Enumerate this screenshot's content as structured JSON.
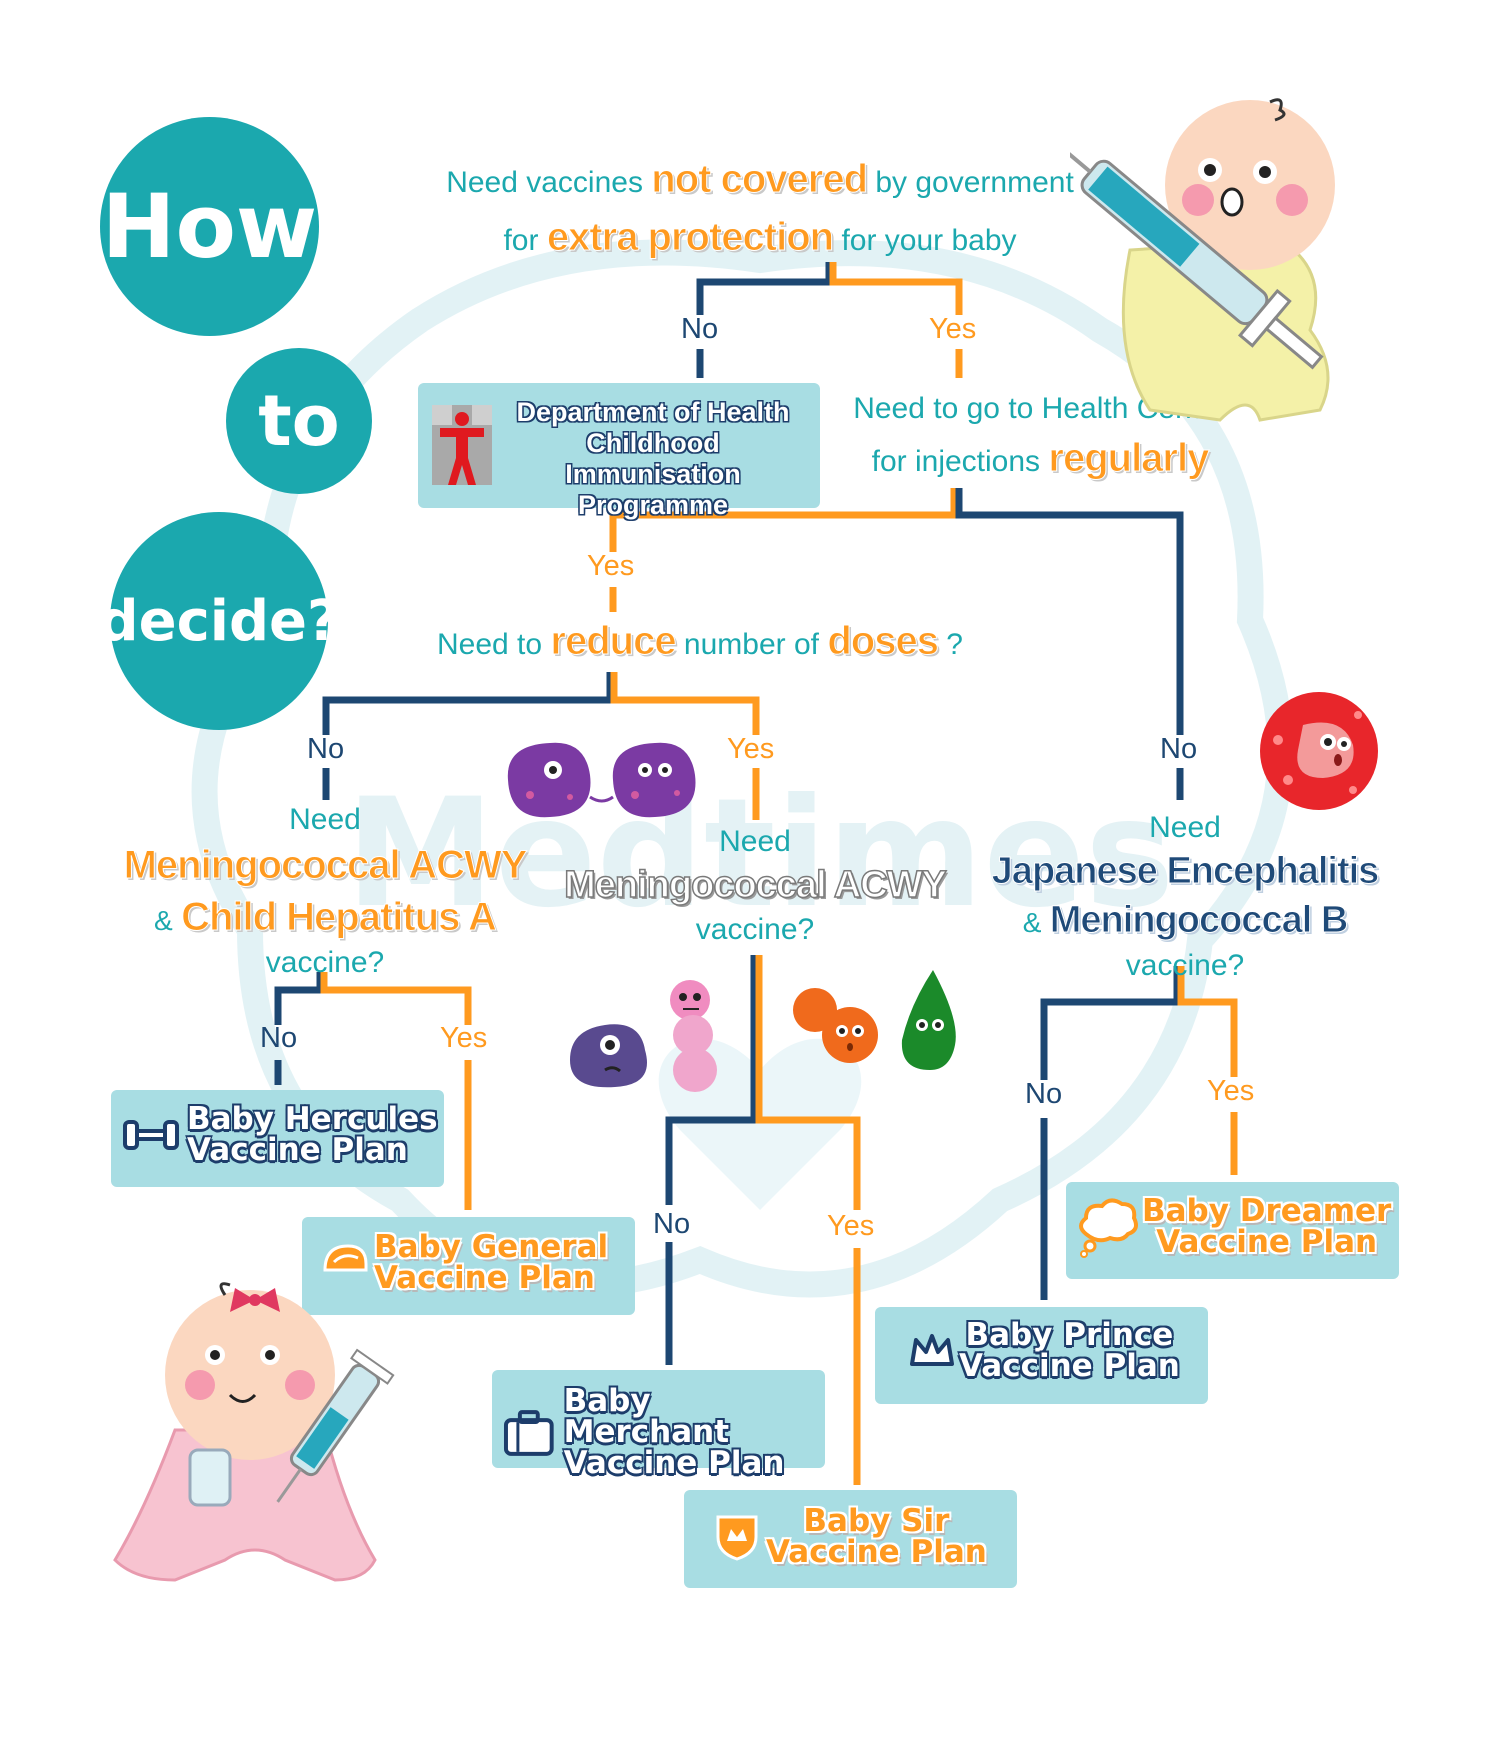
{
  "title": {
    "word1": "How",
    "word2": "to",
    "word3": "decide?"
  },
  "watermark": "Medtimes",
  "q1": {
    "line1_pre": "Need vaccines ",
    "line1_em": "not covered",
    "line1_post": " by government",
    "line2_pre": "for ",
    "line2_em": "extra protection",
    "line2_post": " for your baby"
  },
  "q2": {
    "line1": "Need to go to Health Centre",
    "line2_pre": "for injections ",
    "line2_em": "regularly"
  },
  "q3": {
    "pre": "Need to ",
    "em1": "reduce",
    "mid": " number of ",
    "em2": "doses",
    "post": " ?"
  },
  "q4": {
    "need": "Need",
    "line1": "Meningococcal ACWY",
    "amp": "&",
    "line2": "Child Hepatitus A",
    "tail": "vaccine?"
  },
  "q5": {
    "need": "Need",
    "line1": "Meningococcal ACWY",
    "tail": "vaccine?"
  },
  "q6": {
    "need": "Need",
    "line1": "Japanese Encephalitis",
    "amp": "&",
    "line2": "Meningococcal B",
    "tail": "vaccine?"
  },
  "answers": {
    "yes": "Yes",
    "no": "No"
  },
  "doh": {
    "line1": "Department of Health",
    "line2": "Childhood Immunisation",
    "line3": "Programme"
  },
  "plans": {
    "hercules": {
      "line1": "Baby Hercules",
      "line2": "Vaccine Plan"
    },
    "general": {
      "line1": "Baby General",
      "line2": "Vaccine Plan"
    },
    "merchant": {
      "line1": "Baby Merchant",
      "line2": "Vaccine Plan"
    },
    "sir": {
      "line1": "Baby Sir",
      "line2": "Vaccine Plan"
    },
    "prince": {
      "line1": "Baby Prince",
      "line2": "Vaccine Plan"
    },
    "dreamer": {
      "line1": "Baby Dreamer",
      "line2": "Vaccine Plan"
    }
  },
  "colors": {
    "teal": "#1ba8ae",
    "orange": "#ff9a1f",
    "navy": "#1d4772",
    "box": "#a8dde3"
  }
}
